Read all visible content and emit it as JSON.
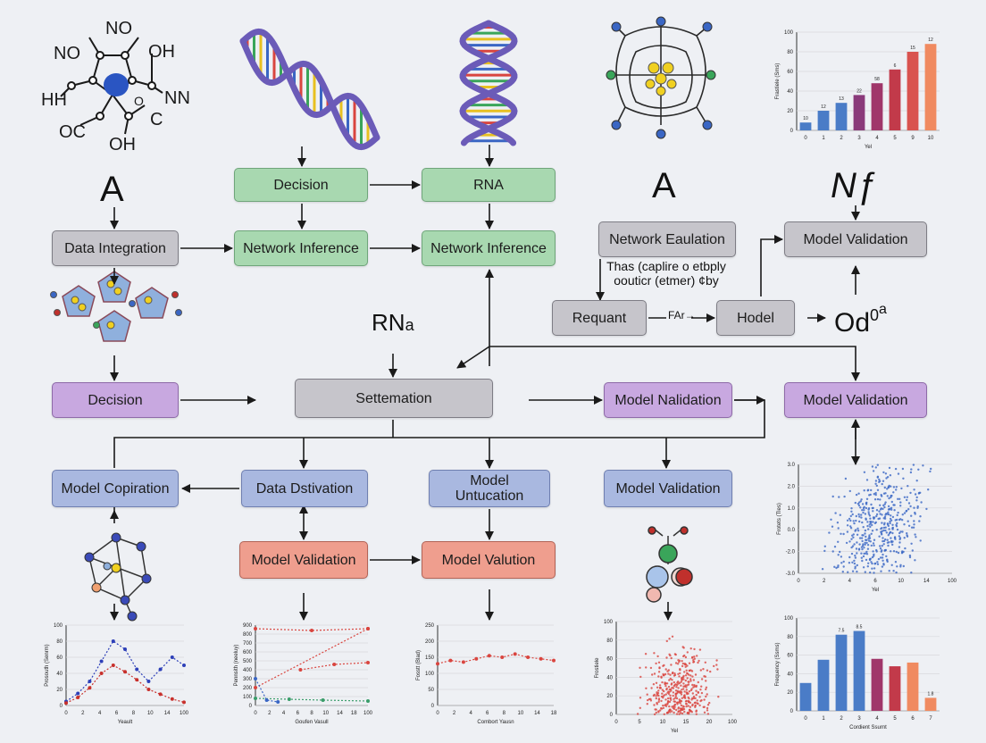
{
  "molecule_labels": [
    "NO",
    "NO",
    "OH",
    "HH",
    "NN",
    "OC",
    "C",
    "OH",
    "O"
  ],
  "labels": {
    "left_a": "A",
    "right_a": "A",
    "nf": "Nƒ",
    "rna_mid": "RN",
    "rna_mid_sub": "a",
    "od": "Od",
    "od_sup": "0",
    "od_sub": "a",
    "note": "Thas (caplire o etbply oouticr (etmer) ¢by",
    "arrow_text": "FAr→"
  },
  "nodes": {
    "decision_top": "Decision",
    "rna_top": "RNA",
    "data_integration": "Data Integration",
    "network_inference_1": "Network Inference",
    "network_inference_2": "Network Inference",
    "network_eaulation": "Network Eaulation",
    "model_validation_top": "Model Validation",
    "requant": "Requant",
    "hodel": "Hodel",
    "decision_mid": "Decision",
    "settemation": "Settemation",
    "model_nalidation": "Model Nalidation",
    "model_validation_right": "Model Validation",
    "model_copiration": "Model Copiration",
    "data_dstivation": "Data Dstivation",
    "model_untucation": "Model\nUntucation",
    "model_validation_row4": "Model Validation",
    "model_validation_red": "Model Validation",
    "model_valution": "Model Valution"
  },
  "colors": {
    "green": "#a8d8b0",
    "gray": "#c6c5cb",
    "purple": "#c8a8e0",
    "blue": "#a9b8e0",
    "red": "#ef9e8e",
    "dna_backbone": "#6b5bb8"
  },
  "chart_data": [
    {
      "type": "bar",
      "categories": [
        "0",
        "1",
        "2",
        "3",
        "4",
        "5",
        "9",
        "10"
      ],
      "values": [
        8,
        20,
        28,
        36,
        48,
        62,
        80,
        88
      ],
      "data_labels": [
        "10",
        "12",
        "13",
        "22",
        "58",
        "6",
        "15",
        "12"
      ],
      "bar_colors": [
        "#4a7cc7",
        "#4a7cc7",
        "#4a7cc7",
        "#8a3a7a",
        "#a0366a",
        "#c23a4a",
        "#d9534f",
        "#f08a60"
      ],
      "yticks": [
        "0",
        "20",
        "40",
        "60",
        "80",
        "100"
      ],
      "xlabel": "Yel",
      "ylabel": "Frastiele (Sms)",
      "ylim": [
        0,
        100
      ]
    },
    {
      "type": "scatter",
      "xlabel": "Yel",
      "ylabel": "Frotets (Tles)",
      "xticks": [
        "0",
        "2",
        "4",
        "6",
        "10",
        "14",
        "100"
      ],
      "yticks": [
        "-3.0",
        "-2.0",
        "0.0",
        "1.0",
        "2.0",
        "3.0"
      ],
      "color": "#3a66c4"
    },
    {
      "type": "bar",
      "categories": [
        "0",
        "1",
        "2",
        "3",
        "4",
        "5",
        "6",
        "7"
      ],
      "values": [
        30,
        55,
        82,
        86,
        56,
        48,
        52,
        14
      ],
      "data_labels": [
        "",
        "",
        "7.5",
        "8.5",
        "",
        "",
        "",
        "1.8"
      ],
      "bar_colors": [
        "#4a7cc7",
        "#4a7cc7",
        "#4a7cc7",
        "#4a7cc7",
        "#a0366a",
        "#c23a4a",
        "#f08a60",
        "#f08a60"
      ],
      "yticks": [
        "0",
        "20",
        "40",
        "60",
        "80",
        "100"
      ],
      "xlabel": "Cordient Ssurnt",
      "ylabel": "Frequency (Ssms)",
      "ylim": [
        0,
        100
      ]
    },
    {
      "type": "line",
      "xlabel": "Yeault",
      "ylabel": "Prosouth (Senrm)",
      "xticks": [
        "0",
        "2",
        "4",
        "6",
        "8",
        "10",
        "14",
        "100"
      ],
      "yticks": [
        "0",
        "20",
        "40",
        "60",
        "80",
        "100"
      ],
      "series": [
        {
          "color": "#2d3fb8",
          "x": [
            0,
            1,
            2,
            3,
            4,
            5,
            6,
            7,
            8,
            9,
            10
          ],
          "y": [
            5,
            15,
            30,
            55,
            80,
            70,
            45,
            30,
            45,
            60,
            50
          ]
        },
        {
          "color": "#c8302c",
          "x": [
            0,
            1,
            2,
            3,
            4,
            5,
            6,
            7,
            8,
            9,
            10
          ],
          "y": [
            3,
            10,
            22,
            40,
            50,
            42,
            32,
            20,
            14,
            8,
            4
          ]
        }
      ]
    },
    {
      "type": "line",
      "xlabel": "Goufen Vasull",
      "ylabel": "Pennsith (neeluy)",
      "xticks": [
        "0",
        "2",
        "4",
        "6",
        "8",
        "10",
        "14",
        "18",
        "100"
      ],
      "yticks": [
        "0",
        "100",
        "200",
        "300",
        "400",
        "500",
        "600",
        "700",
        "800",
        "900"
      ],
      "series": [
        {
          "color": "#d9453f",
          "x": [
            0,
            100
          ],
          "y": [
            200,
            860
          ]
        },
        {
          "color": "#d9453f",
          "x": [
            0,
            50,
            100
          ],
          "y": [
            860,
            840,
            860
          ]
        },
        {
          "color": "#d9453f",
          "x": [
            40,
            70,
            100
          ],
          "y": [
            400,
            460,
            480
          ]
        },
        {
          "color": "#3a9d6a",
          "x": [
            0,
            30,
            60,
            100
          ],
          "y": [
            80,
            70,
            60,
            50
          ]
        },
        {
          "color": "#3a66c4",
          "x": [
            0,
            10,
            20
          ],
          "y": [
            300,
            60,
            40
          ]
        }
      ]
    },
    {
      "type": "line",
      "xlabel": "Combort Yausn",
      "ylabel": "Fosstt (Blad)",
      "xticks": [
        "0",
        "2",
        "4",
        "6",
        "8",
        "10",
        "14",
        "18"
      ],
      "yticks": [
        "0",
        "50",
        "100",
        "150",
        "200",
        "250"
      ],
      "series": [
        {
          "color": "#d9453f",
          "x": [
            0,
            2,
            4,
            6,
            8,
            10,
            12,
            14,
            16,
            18
          ],
          "y": [
            130,
            140,
            135,
            145,
            155,
            150,
            160,
            150,
            145,
            140
          ]
        }
      ]
    },
    {
      "type": "scatter",
      "xlabel": "Yel",
      "ylabel": "Frostiele",
      "xticks": [
        "0",
        "5",
        "10",
        "15",
        "20",
        "100"
      ],
      "yticks": [
        "0",
        "20",
        "40",
        "60",
        "80",
        "100"
      ],
      "color": "#d9453f"
    }
  ]
}
